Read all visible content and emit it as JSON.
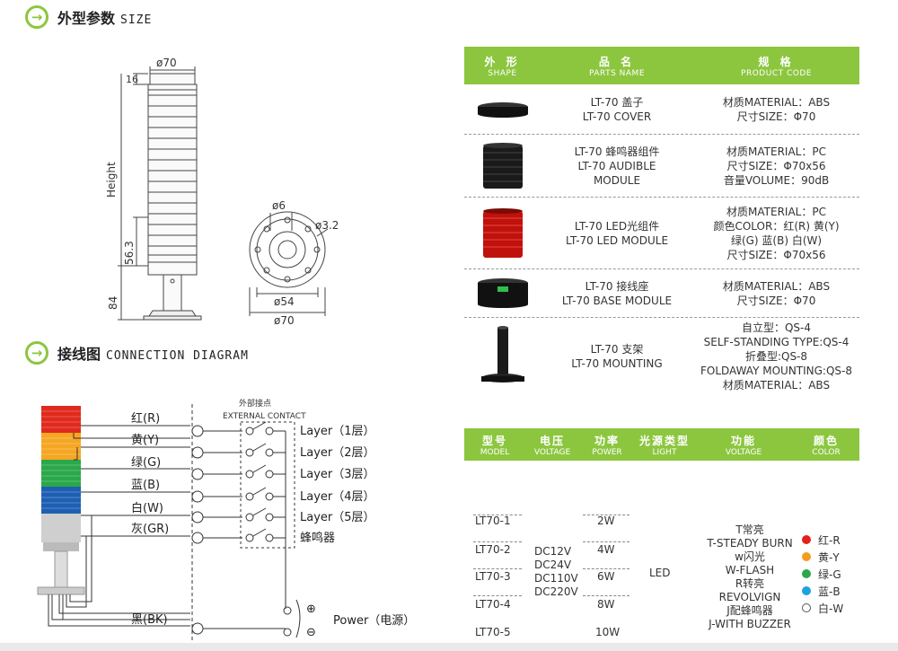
{
  "size_section": {
    "icon": "arrow-right-icon",
    "title_zh": "外型参数",
    "title_en": "SIZE"
  },
  "dims": {
    "top_d": "ø70",
    "h16": "16",
    "height": "Height",
    "h563": "56.3",
    "h84": "84",
    "d6": "ø6",
    "d32": "ø3.2",
    "d54": "ø54",
    "d70": "ø70"
  },
  "conn_section": {
    "icon": "arrow-right-icon",
    "title_zh": "接线图",
    "title_en": "CONNECTION DIAGRAM"
  },
  "wiring": {
    "ext_zh": "外部接点",
    "ext_en": "EXTERNAL CONTACT",
    "wires": [
      "红(R)",
      "黄(Y)",
      "绿(G)",
      "蓝(B)",
      "白(W)",
      "灰(GR)"
    ],
    "layers": [
      "Layer（1层）",
      "Layer（2层）",
      "Layer（3层）",
      "Layer（4层）",
      "Layer（5层）",
      "蜂鸣器"
    ],
    "black": "黑(BK)",
    "plus": "⊕",
    "minus": "⊖",
    "power": "Power（电源）"
  },
  "parts_table": {
    "headers": [
      {
        "zh": "外 形",
        "en": "SHAPE"
      },
      {
        "zh": "品 名",
        "en": "PARTS NAME"
      },
      {
        "zh": "规 格",
        "en": "PRODUCT CODE"
      }
    ],
    "rows": [
      {
        "shape": "cover",
        "name": [
          "LT-70 盖子",
          "LT-70 COVER"
        ],
        "code": [
          "材质MATERIAL：ABS",
          "尺寸SIZE：Φ70"
        ]
      },
      {
        "shape": "audible",
        "name": [
          "LT-70 蜂鸣器组件",
          "LT-70 AUDIBLE",
          "MODULE"
        ],
        "code": [
          "材质MATERIAL：PC",
          "尺寸SIZE：Φ70x56",
          "音量VOLUME：90dB"
        ]
      },
      {
        "shape": "led",
        "name": [
          "LT-70 LED光组件",
          "LT-70 LED MODULE"
        ],
        "code": [
          "材质MATERIAL：PC",
          "颜色COLOR：红(R) 黄(Y)",
          "绿(G) 蓝(B) 白(W)",
          "尺寸SIZE：Φ70x56"
        ]
      },
      {
        "shape": "base",
        "name": [
          "LT-70 接线座",
          "LT-70 BASE MODULE"
        ],
        "code": [
          "材质MATERIAL：ABS",
          "尺寸SIZE：Φ70"
        ]
      },
      {
        "shape": "mounting",
        "name": [
          "LT-70 支架",
          "LT-70 MOUNTING"
        ],
        "code": [
          "自立型：QS-4",
          "SELF-STANDING TYPE:QS-4",
          "折叠型:QS-8",
          "FOLDAWAY MOUNTING:QS-8",
          "材质MATERIAL：ABS"
        ]
      }
    ]
  },
  "model_table": {
    "headers": [
      {
        "zh": "型号",
        "en": "MODEL"
      },
      {
        "zh": "电压",
        "en": "VOLTAGE"
      },
      {
        "zh": "功率",
        "en": "POWER"
      },
      {
        "zh": "光源类型",
        "en": "LIGHT"
      },
      {
        "zh": "功能",
        "en": "VOLTAGE"
      },
      {
        "zh": "颜色",
        "en": "COLOR"
      }
    ],
    "models": [
      "LT70-1",
      "LT70-2",
      "LT70-3",
      "LT70-4",
      "LT70-5"
    ],
    "voltages": [
      "DC12V",
      "DC24V",
      "DC110V",
      "DC220V"
    ],
    "powers": [
      "2W",
      "4W",
      "6W",
      "8W",
      "10W"
    ],
    "light": "LED",
    "functions": [
      "T常亮",
      "T-STEADY BURN",
      "w闪光",
      "W-FLASH",
      "R转亮",
      "REVOLVIGN",
      "J配蜂鸣器",
      "J-WITH BUZZER"
    ],
    "colors": [
      {
        "label": "红-R",
        "hex": "#e32119"
      },
      {
        "label": "黄-Y",
        "hex": "#f39c1f"
      },
      {
        "label": "绿-G",
        "hex": "#2aa84a"
      },
      {
        "label": "蓝-B",
        "hex": "#1fa2e0"
      },
      {
        "label": "白-W",
        "hex": "#ffffff"
      }
    ]
  }
}
